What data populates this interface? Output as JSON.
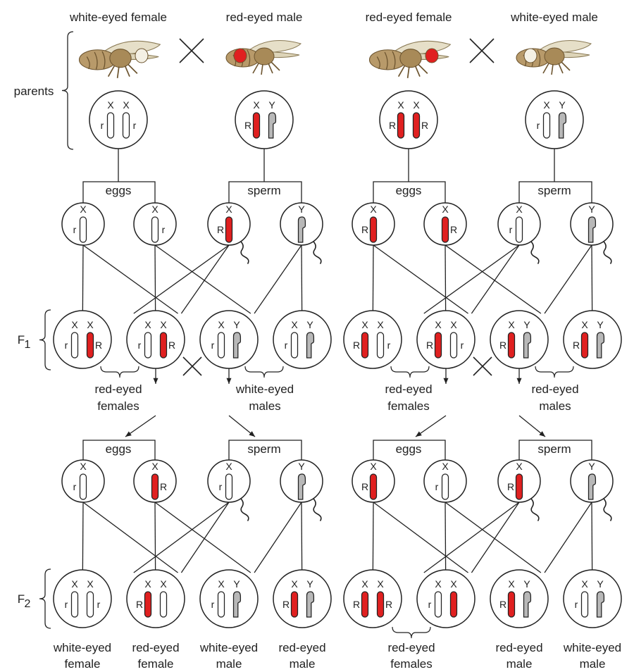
{
  "crosses": [
    {
      "parents": {
        "female_label": "white-eyed female",
        "male_label": "red-eyed male"
      },
      "gamete_labels_p": {
        "eggs": "eggs",
        "sperm": "sperm"
      },
      "f1_captions": [
        {
          "line1": "red-eyed",
          "line2": "females"
        },
        {
          "line1": "white-eyed",
          "line2": "males"
        }
      ],
      "gamete_labels_f1": {
        "eggs": "eggs",
        "sperm": "sperm"
      },
      "f2_captions": [
        {
          "line1": "white-eyed",
          "line2": "female"
        },
        {
          "line1": "red-eyed",
          "line2": "female"
        },
        {
          "line1": "white-eyed",
          "line2": "male"
        },
        {
          "line1": "red-eyed",
          "line2": "male"
        }
      ]
    },
    {
      "parents": {
        "female_label": "red-eyed female",
        "male_label": "white-eyed male"
      },
      "gamete_labels_p": {
        "eggs": "eggs",
        "sperm": "sperm"
      },
      "f1_captions": [
        {
          "line1": "red-eyed",
          "line2": "females"
        },
        {
          "line1": "red-eyed",
          "line2": "males"
        }
      ],
      "gamete_labels_f1": {
        "eggs": "eggs",
        "sperm": "sperm"
      },
      "f2_captions": [
        {
          "line1": "red-eyed",
          "line2": "females"
        },
        {
          "line1": "red-eyed",
          "line2": "male"
        },
        {
          "line1": "white-eyed",
          "line2": "male"
        }
      ]
    }
  ],
  "generation_labels": {
    "parents": "parents",
    "f1": "F",
    "f1_sub": "1",
    "f2": "F",
    "f2_sub": "2"
  },
  "symbols": {
    "x_chrom": "X",
    "y_chrom": "Y",
    "red_allele": "R",
    "white_allele": "r",
    "cross": "×"
  },
  "colors": {
    "red_allele": "#e02020",
    "y_chrom": "#b8b8b8",
    "line": "#222222",
    "fly_body": "#b89a6a",
    "fly_wing": "#e6dfc8"
  }
}
